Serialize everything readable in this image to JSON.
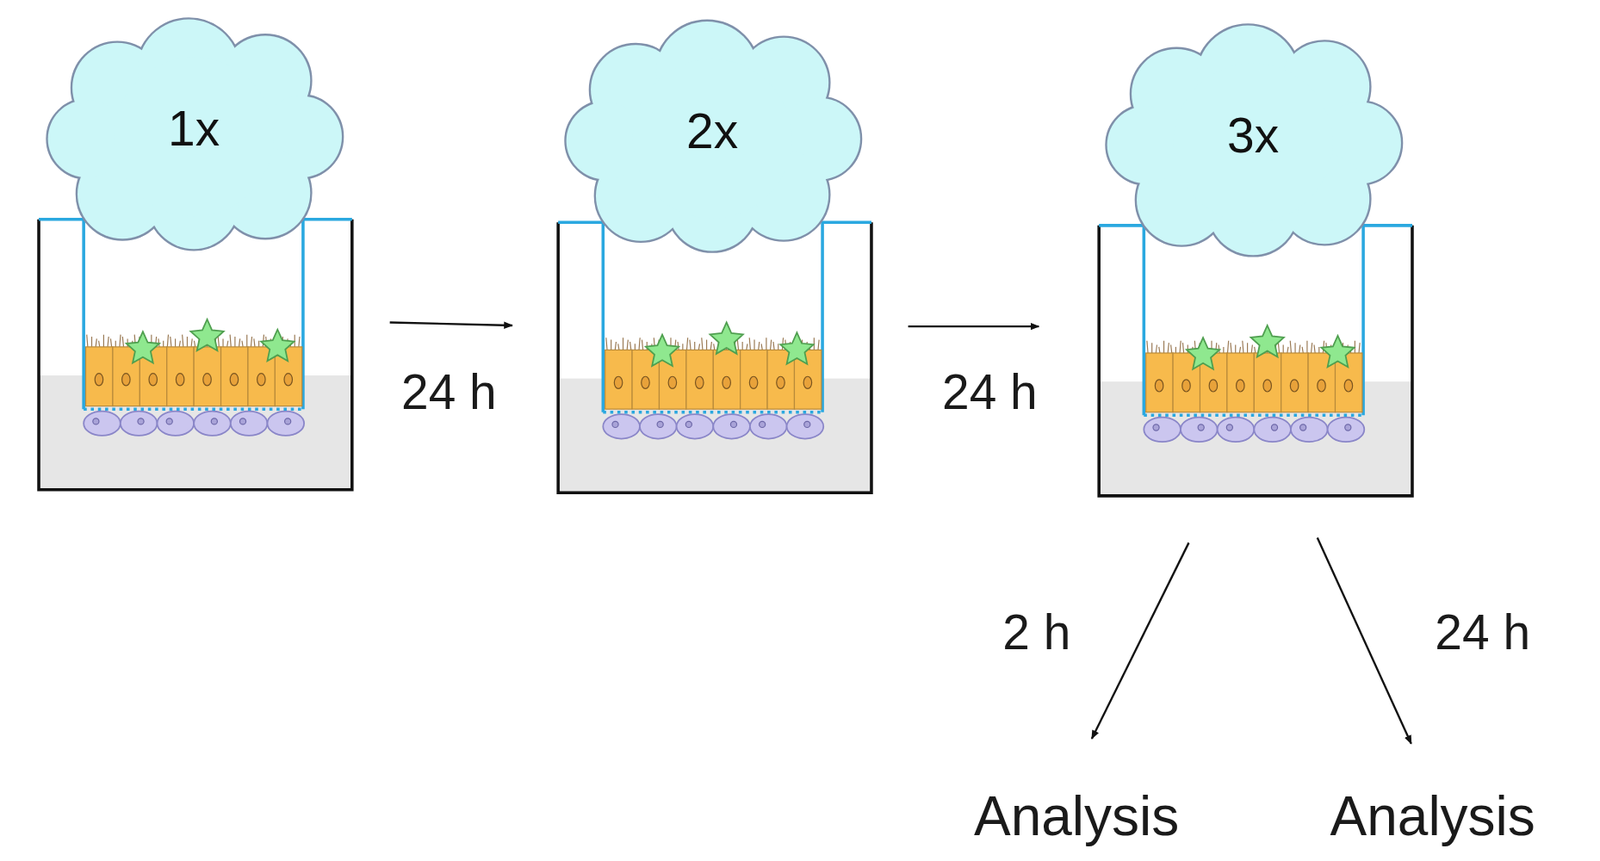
{
  "diagram": {
    "nodes": [
      {
        "text": [
          "1x"
        ]
      },
      {
        "text": [
          "2x"
        ]
      },
      {
        "text": [
          "3x"
        ]
      }
    ],
    "labels": [
      "24 h",
      "24 h",
      "2 h",
      "24 h",
      "Analysis",
      "Analysis"
    ]
  }
}
